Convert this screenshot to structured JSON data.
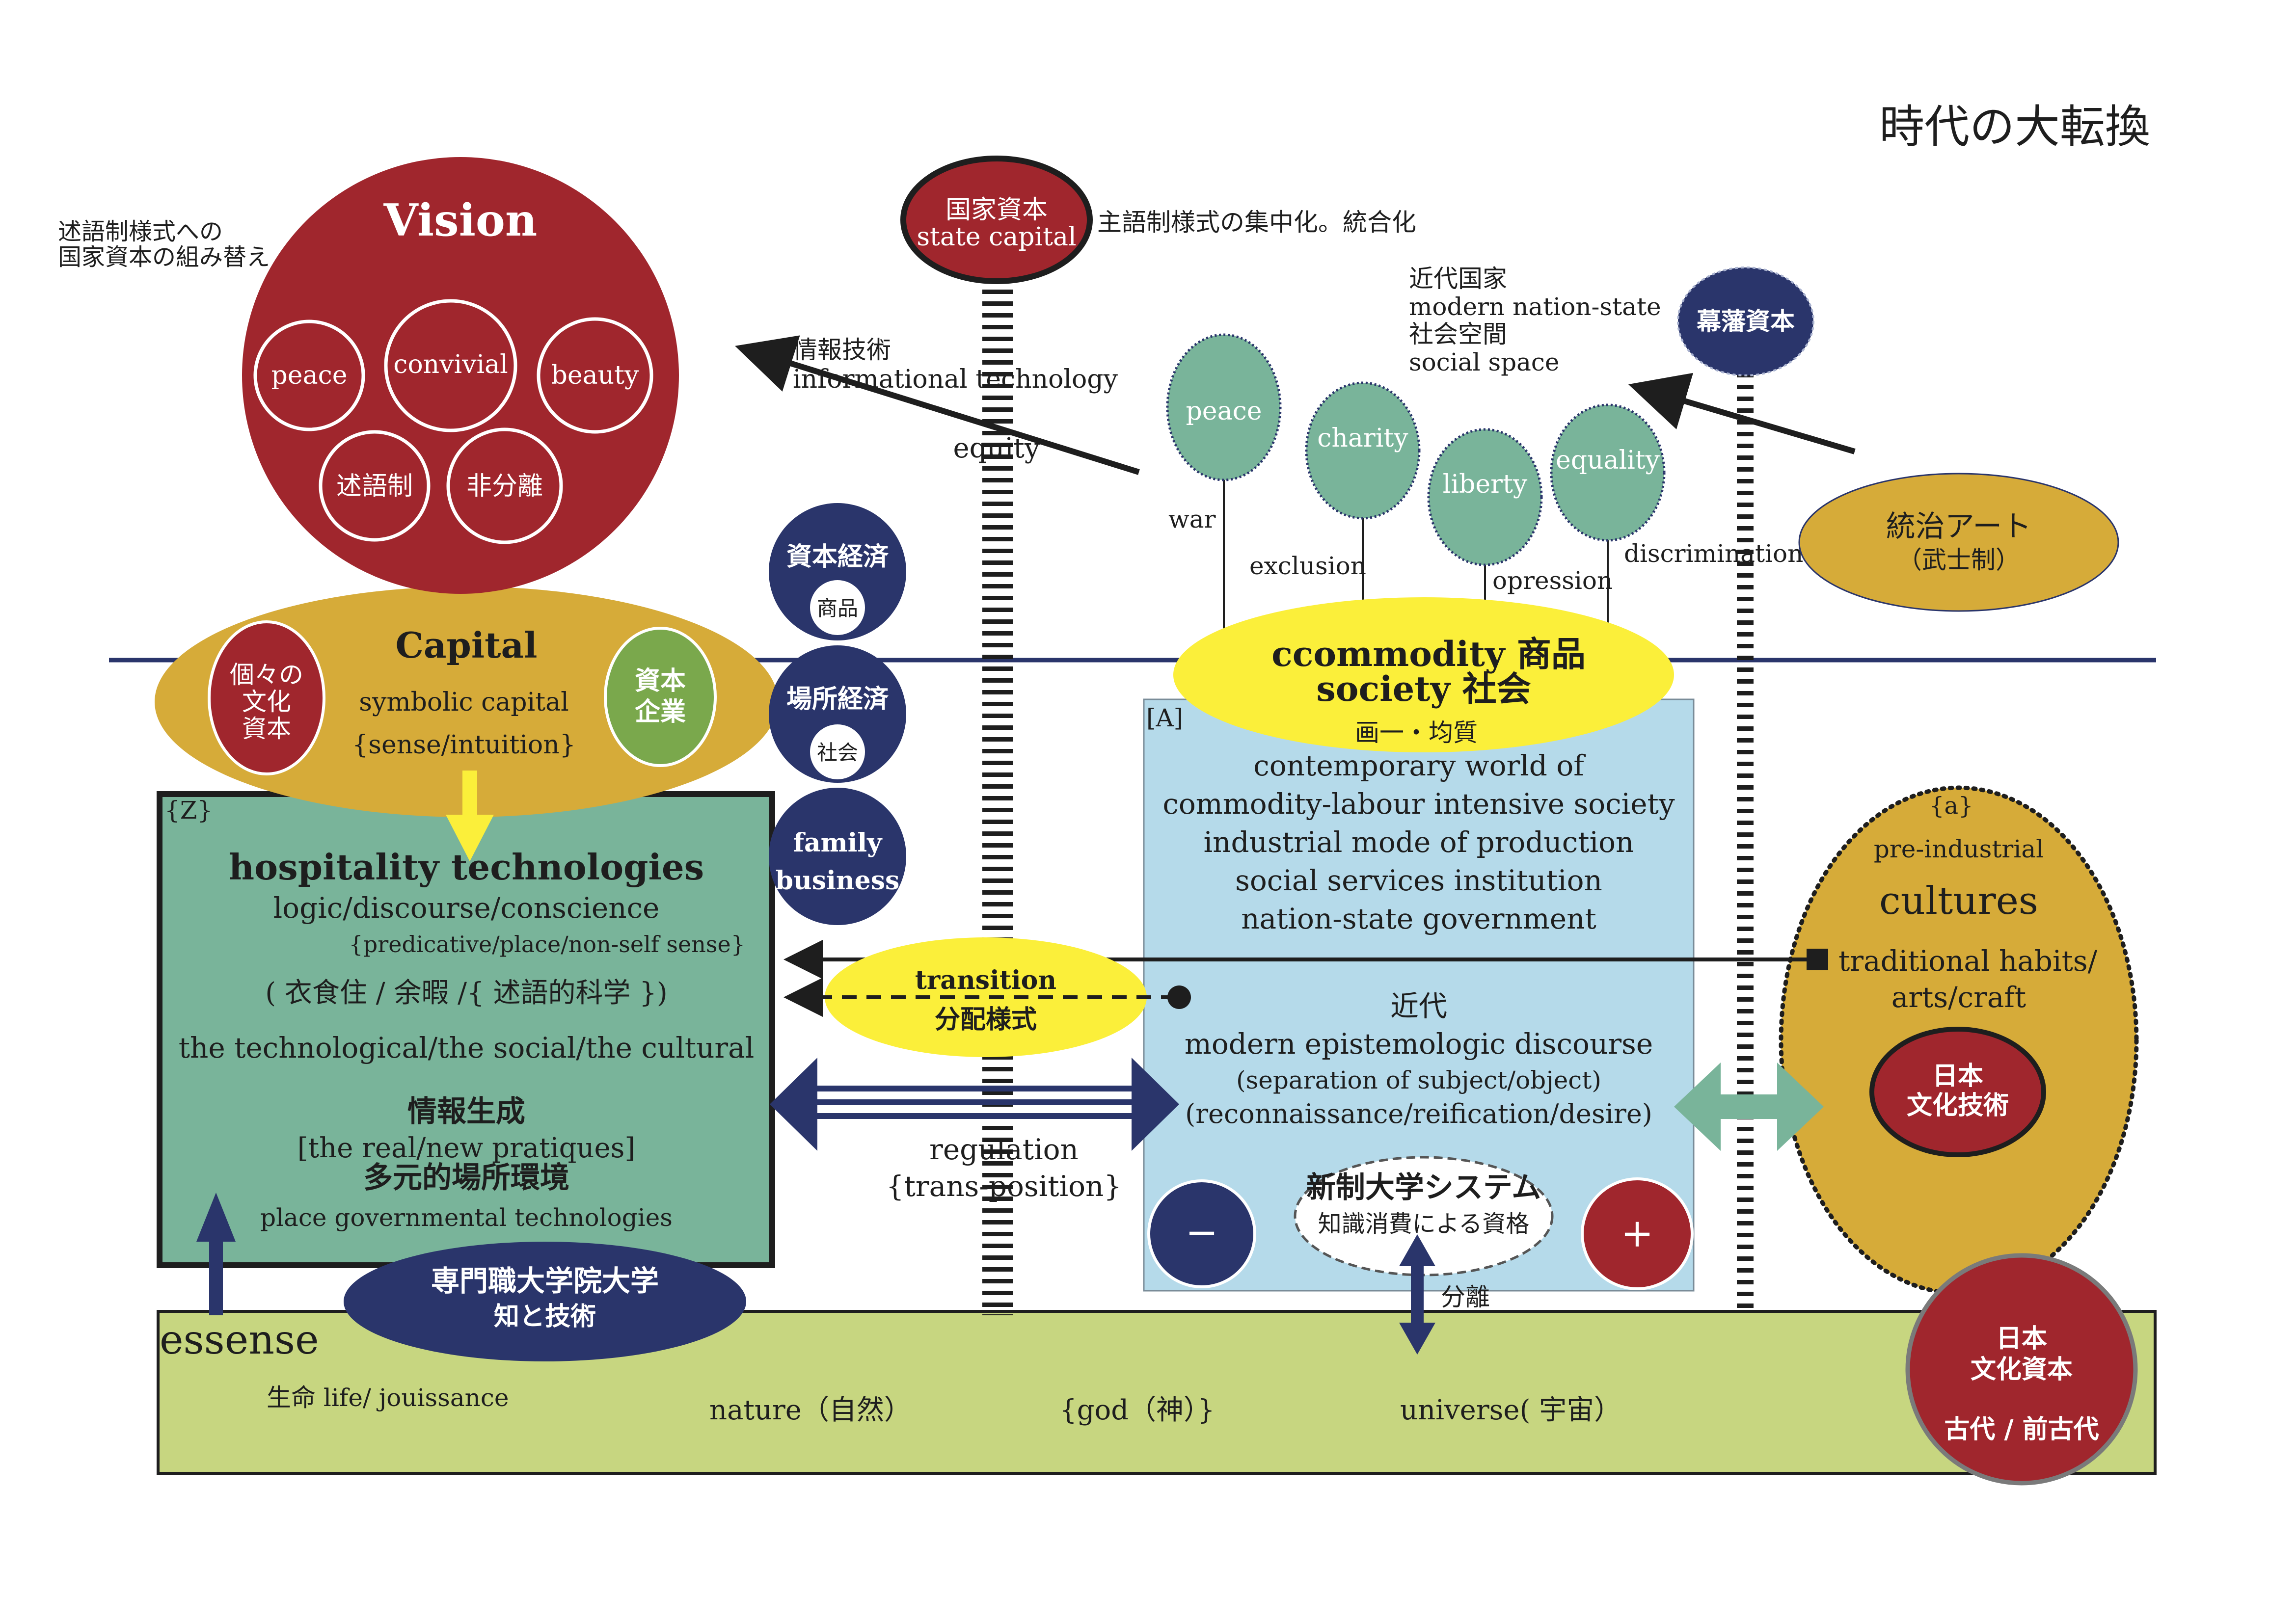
{
  "title": "時代の大転換",
  "colors": {
    "red": "#a0262d",
    "gold": "#d6ab39",
    "teal": "#79b49a",
    "navy": "#2a356b",
    "lightblue": "#b5daea",
    "yellow": "#fbef3a",
    "green": "#7aa84c",
    "olive": "#c7d680"
  },
  "vision": {
    "side_note_line1": "述語制様式への",
    "side_note_line2": "国家資本の組み替え",
    "title": "Vision",
    "circles": [
      "peace",
      "convivial",
      "beauty",
      "述語制",
      "非分離"
    ]
  },
  "capital": {
    "title": "Capital",
    "sub1": "symbolic capital",
    "sub2": "{sense/intuition}",
    "left_circle": [
      "個々の",
      "文化",
      "資本"
    ],
    "right_circle": [
      "資本",
      "企業"
    ]
  },
  "hospitality": {
    "tag": "{Z}",
    "title": "hospitality technologies",
    "line1": "logic/discourse/conscience",
    "line2": "{predicative/place/non-self sense}",
    "line3": "( 衣食住 / 余暇 /{ 述語的科学 })",
    "line4": "the technological/the social/the cultural",
    "line5": "情報生成",
    "line6": "[the real/new pratiques]",
    "line7": "多元的場所環境",
    "line8": "place governmental technologies"
  },
  "senmon": {
    "line1": "専門職大学院大学",
    "line2": "知と技術"
  },
  "economy": {
    "c1_title": "資本経済",
    "c1_sub": "商品",
    "c2_title": "場所経済",
    "c2_sub": "社会",
    "c3_line1": "family",
    "c3_line2": "business"
  },
  "state_capital": {
    "line1": "国家資本",
    "line2": "state capital",
    "note": "主語制様式の集中化。統合化"
  },
  "info_tech": {
    "line1": "情報技術",
    "line2": "informational technology",
    "equity": "equity"
  },
  "modern_state": {
    "line1": "近代国家",
    "line2": "modern nation-state",
    "line3": "社会空間",
    "line4": "social space"
  },
  "bakuhan": "幕藩資本",
  "trees": {
    "labels": [
      "peace",
      "charity",
      "liberty",
      "equality"
    ],
    "negatives": [
      "war",
      "exclusion",
      "opression",
      "discriminations"
    ]
  },
  "samurai": {
    "line1": "統治アート",
    "line2": "（武士制）"
  },
  "commodity": {
    "line1": "ccommodity 商品",
    "line2": "society 社会",
    "line3": "画一・均質"
  },
  "box_a": {
    "tag": "[A]",
    "lines": [
      "contemporary world of",
      "commodity-labour intensive society",
      "industrial mode of production",
      "social services institution",
      "nation-state government"
    ],
    "kindai": "近代",
    "discourse": "modern epistemologic discourse",
    "sep": "(separation of subject/object)",
    "recon": "(reconnaissance/reification/desire)"
  },
  "university": {
    "title": "新制大学システム",
    "sub": "知識消費による資格",
    "minus": "−",
    "plus": "+",
    "bunri": "分離"
  },
  "transition": {
    "line1": "transition",
    "line2": "分配様式"
  },
  "regulation": {
    "line1": "regulation",
    "line2": "{trans-position}"
  },
  "cultures": {
    "tag": "{a}",
    "pre": "pre-industrial",
    "title": "cultures",
    "line1": "traditional habits/",
    "line2": "arts/craft",
    "circle_line1": "日本",
    "circle_line2": "文化技術"
  },
  "essence": {
    "label": "essense",
    "life": "生命 life/ jouissance",
    "nature": "nature（自然）",
    "god": "{god（神）}",
    "universe": "universe( 宇宙）"
  },
  "japan_capital": {
    "line1": "日本",
    "line2": "文化資本",
    "line3": "古代 / 前古代"
  }
}
